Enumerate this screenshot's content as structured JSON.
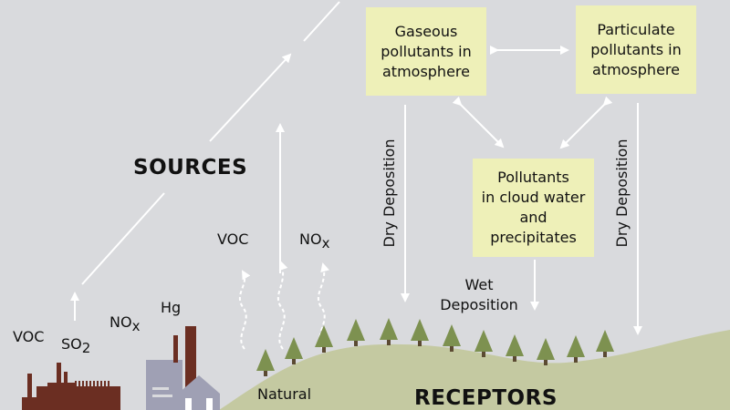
{
  "colors": {
    "background": "#d9dadd",
    "box": "#eef0b8",
    "hill": "#c4c9a1",
    "tree": "#7d9150",
    "factory": "#6b2e22",
    "building": "#9fa0b4",
    "arrow": "#ffffff"
  },
  "boxes": {
    "gaseous": "Gaseous\npollutants in\natmosphere",
    "particulate": "Particulate\npollutants in\natmosphere",
    "cloud": "Pollutants\nin cloud water\nand\nprecipitates"
  },
  "headings": {
    "sources": "SOURCES",
    "receptors": "RECEPTORS"
  },
  "labels": {
    "dry_deposition_left": "Dry Deposition",
    "dry_deposition_right": "Dry Deposition",
    "wet_deposition": "Wet\nDeposition",
    "natural": "Natural",
    "voc_natural": "VOC",
    "nox_natural": "NO",
    "nox_natural_sub": "x",
    "voc_industrial": "VOC",
    "so2": "SO",
    "so2_sub": "2",
    "nox_industrial": "NO",
    "nox_industrial_sub": "x",
    "hg": "Hg"
  }
}
